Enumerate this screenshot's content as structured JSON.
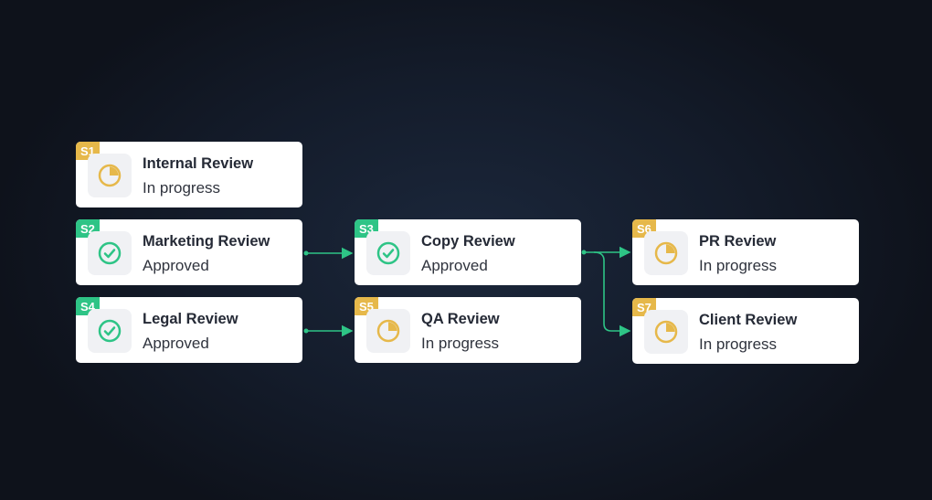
{
  "colors": {
    "approved": "#2ec486",
    "in_progress": "#e6b84a",
    "connector": "#2ec486"
  },
  "stages": [
    {
      "id": "S1",
      "title": "Internal Review",
      "status": "In progress",
      "icon": "pie-progress-icon"
    },
    {
      "id": "S2",
      "title": "Marketing Review",
      "status": "Approved",
      "icon": "check-circle-icon"
    },
    {
      "id": "S3",
      "title": "Copy Review",
      "status": "Approved",
      "icon": "check-circle-icon"
    },
    {
      "id": "S4",
      "title": "Legal Review",
      "status": "Approved",
      "icon": "check-circle-icon"
    },
    {
      "id": "S5",
      "title": "QA Review",
      "status": "In progress",
      "icon": "pie-progress-icon"
    },
    {
      "id": "S6",
      "title": "PR Review",
      "status": "In progress",
      "icon": "pie-progress-icon"
    },
    {
      "id": "S7",
      "title": "Client Review",
      "status": "In progress",
      "icon": "pie-progress-icon"
    }
  ],
  "edges": [
    [
      "S2",
      "S3"
    ],
    [
      "S4",
      "S5"
    ],
    [
      "S3",
      "S6"
    ],
    [
      "S3",
      "S7"
    ]
  ]
}
